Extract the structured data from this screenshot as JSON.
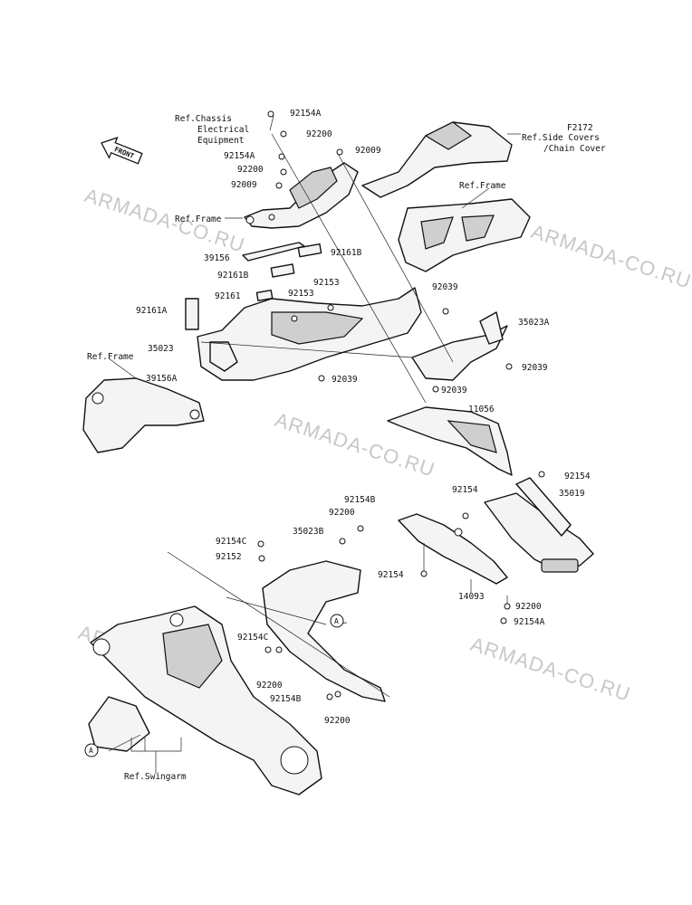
{
  "watermark": "ARMADA-CO.RU",
  "front_arrow": "FRONT",
  "circle_ref": "A",
  "labels": {
    "ref_chassis_1": "Ref.Chassis",
    "ref_chassis_2": "Electrical",
    "ref_chassis_3": "Equipment",
    "f2172": "F2172",
    "ref_side_1": "Ref.Side Covers",
    "ref_side_2": "/Chain Cover",
    "ref_frame_top_right": "Ref.Frame",
    "ref_frame_upper_left": "Ref.Frame",
    "ref_frame_left": "Ref.Frame",
    "ref_swingarm": "Ref.Swingarm",
    "p92154A_1": "92154A",
    "p92200_1": "92200",
    "p92009_1": "92009",
    "p92154A_2": "92154A",
    "p92200_2": "92200",
    "p92009_2": "92009",
    "p39156": "39156",
    "p92161B_1": "92161B",
    "p92161B_2": "92161B",
    "p92153_1": "92153",
    "p92153_2": "92153",
    "p92161": "92161",
    "p92161A": "92161A",
    "p92039_1": "92039",
    "p35023A": "35023A",
    "p35023": "35023",
    "p39156A": "39156A",
    "p92039_2": "92039",
    "p92039_3": "92039",
    "p92039_4": "92039",
    "p11056": "11056",
    "p92154_1": "92154",
    "p92154_2": "92154",
    "p35019": "35019",
    "p92154B_1": "92154B",
    "p92200_3": "92200",
    "p35023B": "35023B",
    "p92154C_1": "92154C",
    "p92152": "92152",
    "p92154_3": "92154",
    "p14093": "14093",
    "p92200_4": "92200",
    "p92154A_3": "92154A",
    "p92154C_2": "92154C",
    "p92200_5": "92200",
    "p92154B_2": "92154B",
    "p92200_6": "92200"
  }
}
